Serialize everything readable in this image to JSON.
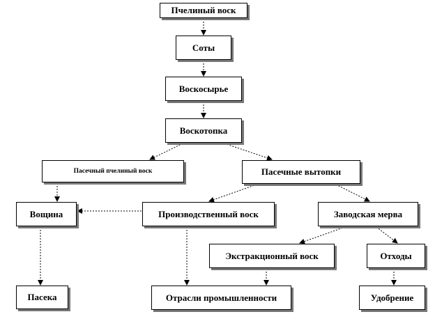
{
  "nodes": {
    "natural_wax": "Пчелиный воск",
    "honeycombs": "Соты",
    "wax_raw": "Воскосырье",
    "wax_melting": "Воскотопка",
    "apiary_wax": "Пасечный пчелиный воск",
    "apiary_residues": "Пасечные вытопки",
    "foundation": "Вощина",
    "industrial_wax": "Производственный воск",
    "factory_merva": "Заводская мерва",
    "extraction_wax": "Экстракционный воск",
    "waste": "Отходы",
    "apiary": "Пасека",
    "industries": "Отрасли промышленности",
    "fertilizer": "Удобрение"
  },
  "colors": {
    "border": "#000000",
    "shadow": "#777777",
    "line": "#000000"
  }
}
